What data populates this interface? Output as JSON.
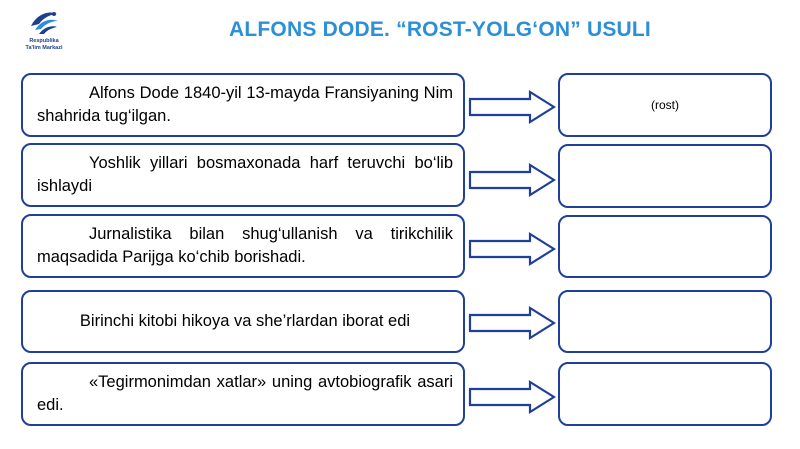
{
  "logo": {
    "line1": "Respublika",
    "line2": "Ta'lim Markazi"
  },
  "title": "ALFONS DODE. “ROST-YOLG‘ON” USULI",
  "rows": [
    {
      "text": "Alfons Dode 1840-yil 13-mayda Fransiyaning  Nim shahrida tug‘ilgan.",
      "answer": "(rost)"
    },
    {
      "text": "Yoshlik yillari bosmaxonada harf teruvchi bo‘lib ishlaydi",
      "answer": ""
    },
    {
      "text": "Jurnalistika bilan shug‘ullanish va tirikchilik maqsadida Parijga ko‘chib borishadi.",
      "answer": ""
    },
    {
      "text": "Birinchi kitobi hikoya va she’rlardan iborat edi",
      "answer": ""
    },
    {
      "text": "«Tegirmonimdan xatlar» uning avtobiografik asari edi.",
      "answer": ""
    }
  ],
  "colors": {
    "border": "#1f3f99",
    "title": "#2d8fd6"
  }
}
